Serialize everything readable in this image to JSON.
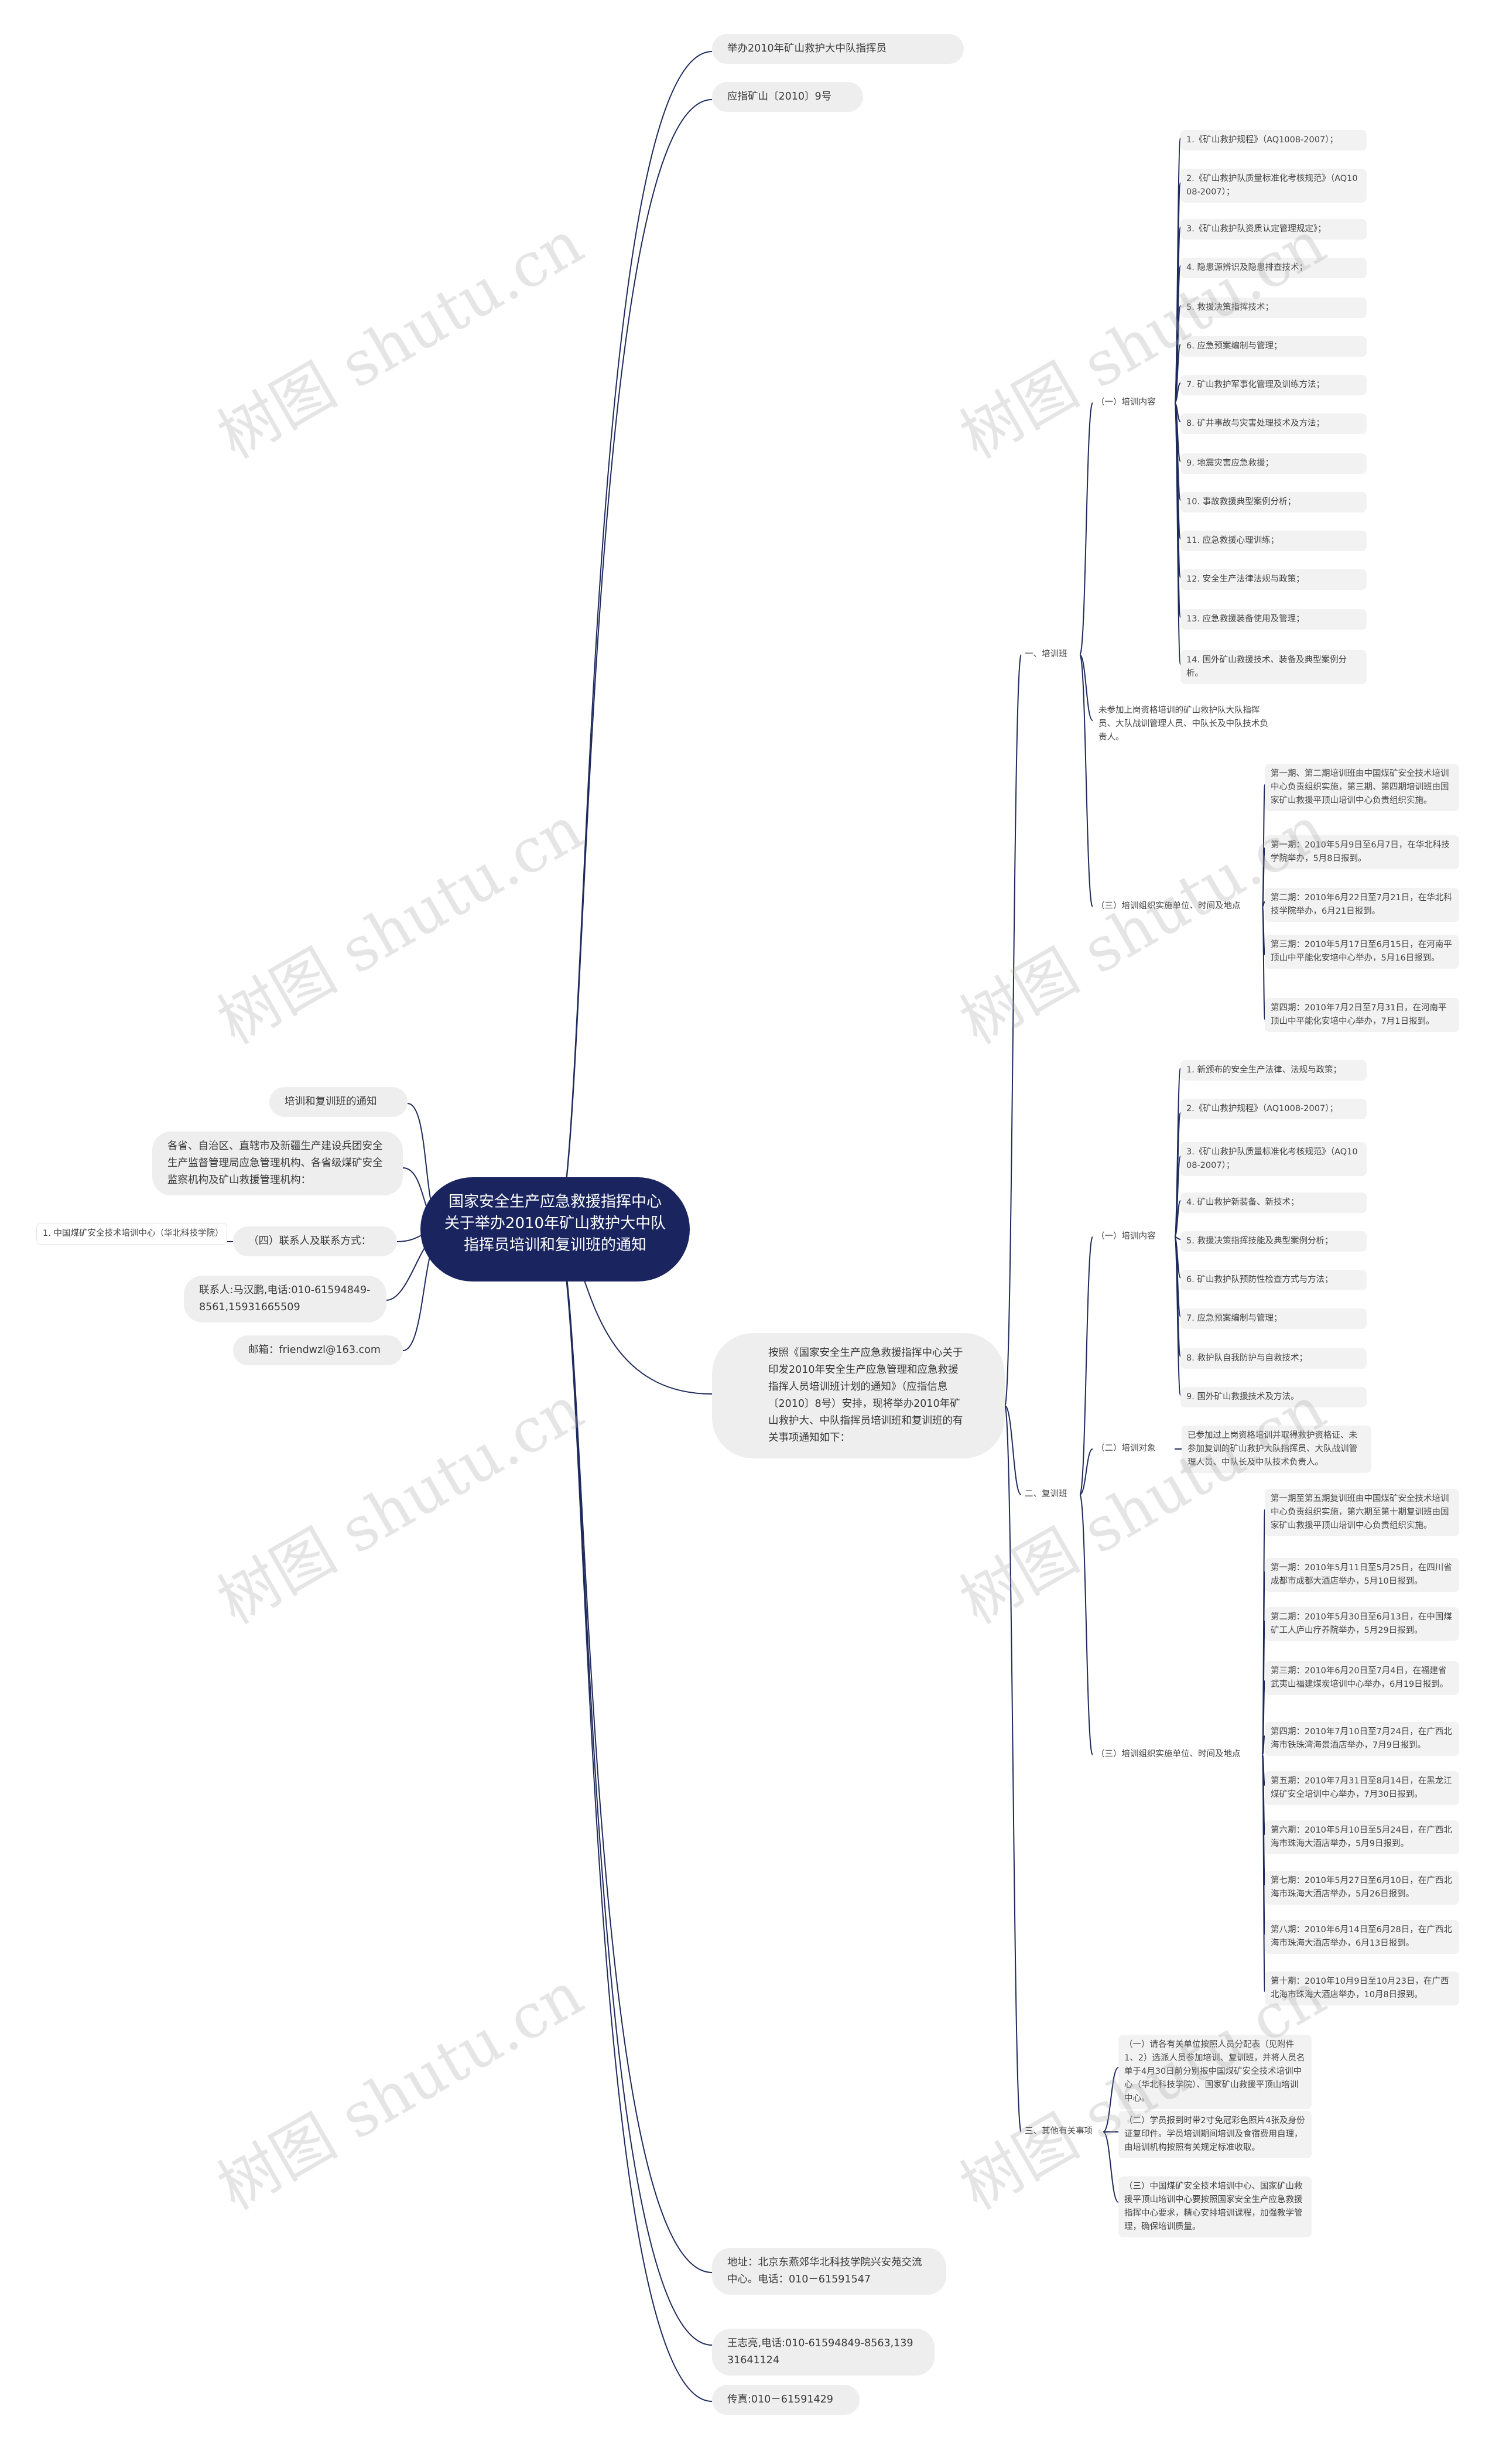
{
  "root": {
    "title": "国家安全生产应急救援指挥中心关于举办2010年矿山救护大中队指挥员培训和复训班的通知"
  },
  "left": [
    "培训和复训班的通知",
    "各省、自治区、直辖市及新疆生产建设兵团安全生产监督管理局应急管理机构、各省级煤矿安全监察机构及矿山救援管理机构：",
    "（四）联系人及联系方式：",
    "联系人:马汉鹏,电话:010-61594849-8561,15931665509",
    "邮箱：friendwzl@163.com"
  ],
  "left_leaf": "1. 中国煤矿安全技术培训中心（华北科技学院）",
  "right_top": [
    "举办2010年矿山救护大中队指挥员",
    "应指矿山〔2010〕9号"
  ],
  "right_main": "按照《国家安全生产应急救援指挥中心关于印发2010年安全生产应急管理和应急救援指挥人员培训班计划的通知》（应指信息〔2010〕8号）安排，现将举办2010年矿山救护大、中队指挥员培训班和复训班的有关事项通知如下：",
  "right_bottom": [
    "地址：北京东燕郊华北科技学院兴安苑交流中心。电话：010－61591547",
    "王志亮,电话:010-61594849-8563,13931641124",
    "传真:010－61591429"
  ],
  "sec1": {
    "label": "一、培训班",
    "a_label": "（一）培训内容",
    "a_items": [
      "1.《矿山救护规程》（AQ1008-2007）；",
      "2.《矿山救护队质量标准化考核规范》（AQ1008-2007）；",
      "3.《矿山救护队资质认定管理规定》；",
      "4. 隐患源辨识及隐患排查技术；",
      "5. 救援决策指挥技术；",
      "6. 应急预案编制与管理；",
      "7. 矿山救护军事化管理及训练方法；",
      "8. 矿井事故与灾害处理技术及方法；",
      "9. 地震灾害应急救援；",
      "10. 事故救援典型案例分析；",
      "11. 应急救援心理训练；",
      "12. 安全生产法律法规与政策；",
      "13. 应急救援装备使用及管理；",
      "14. 国外矿山救援技术、装备及典型案例分析。"
    ],
    "b_text": "未参加上岗资格培训的矿山救护队大队指挥员、大队战训管理人员、中队长及中队技术负责人。",
    "c_label": "（三）培训组织实施单位、时间及地点",
    "c_items": [
      "第一期、第二期培训班由中国煤矿安全技术培训中心负责组织实施，第三期、第四期培训班由国家矿山救援平顶山培训中心负责组织实施。",
      "第一期：2010年5月9日至6月7日，在华北科技学院举办，5月8日报到。",
      "第二期：2010年6月22日至7月21日，在华北科技学院举办，6月21日报到。",
      "第三期：2010年5月17日至6月15日，在河南平顶山中平能化安培中心举办，5月16日报到。",
      "第四期：2010年7月2日至7月31日，在河南平顶山中平能化安培中心举办，7月1日报到。"
    ]
  },
  "sec2": {
    "label": "二、复训班",
    "a_label": "（一）培训内容",
    "a_items": [
      "1. 新颁布的安全生产法律、法规与政策；",
      "2.《矿山救护规程》（AQ1008-2007）；",
      "3.《矿山救护队质量标准化考核规范》（AQ1008-2007）；",
      "4. 矿山救护新装备、新技术；",
      "5. 救援决策指挥技能及典型案例分析；",
      "6. 矿山救护队预防性检查方式与方法；",
      "7. 应急预案编制与管理；",
      "8. 救护队自我防护与自救技术；",
      "9. 国外矿山救援技术及方法。"
    ],
    "b_label": "（二）培训对象",
    "b_text": "已参加过上岗资格培训并取得救护资格证、未参加复训的矿山救护大队指挥员、大队战训管理人员、中队长及中队技术负责人。",
    "c_label": "（三）培训组织实施单位、时间及地点",
    "c_items": [
      "第一期至第五期复训班由中国煤矿安全技术培训中心负责组织实施，第六期至第十期复训班由国家矿山救援平顶山培训中心负责组织实施。",
      "第一期：2010年5月11日至5月25日，在四川省成都市成都大酒店举办，5月10日报到。",
      "第二期：2010年5月30日至6月13日，在中国煤矿工人庐山疗养院举办，5月29日报到。",
      "第三期：2010年6月20日至7月4日，在福建省武夷山福建煤炭培训中心举办，6月19日报到。",
      "第四期：2010年7月10日至7月24日，在广西北海市铁珠湾海景酒店举办，7月9日报到。",
      "第五期：2010年7月31日至8月14日，在黑龙江煤矿安全培训中心举办，7月30日报到。",
      "第六期：2010年5月10日至5月24日，在广西北海市珠海大酒店举办，5月9日报到。",
      "第七期：2010年5月27日至6月10日，在广西北海市珠海大酒店举办，5月26日报到。",
      "第八期：2010年6月14日至6月28日，在广西北海市珠海大酒店举办，6月13日报到。",
      "第十期：2010年10月9日至10月23日，在广西北海市珠海大酒店举办，10月8日报到。"
    ]
  },
  "sec3": {
    "label": "三、其他有关事项",
    "items": [
      "（一）请各有关单位按照人员分配表（见附件1、2）选派人员参加培训、复训班，并将人员名单于4月30日前分别报中国煤矿安全技术培训中心（华北科技学院）、国家矿山救援平顶山培训中心。",
      "（二）学员报到时带2寸免冠彩色照片4张及身份证复印件。学员培训期间培训及食宿费用自理，由培训机构按照有关规定标准收取。",
      "（三）中国煤矿安全技术培训中心、国家矿山救援平顶山培训中心要按照国家安全生产应急救援指挥中心要求，精心安排培训课程，加强教学管理，确保培训质量。"
    ]
  },
  "watermark": "树图 shutu.cn",
  "colors": {
    "root_bg": "#1a2560",
    "line": "#1f2a5c",
    "node_bg": "#eeeeee"
  }
}
